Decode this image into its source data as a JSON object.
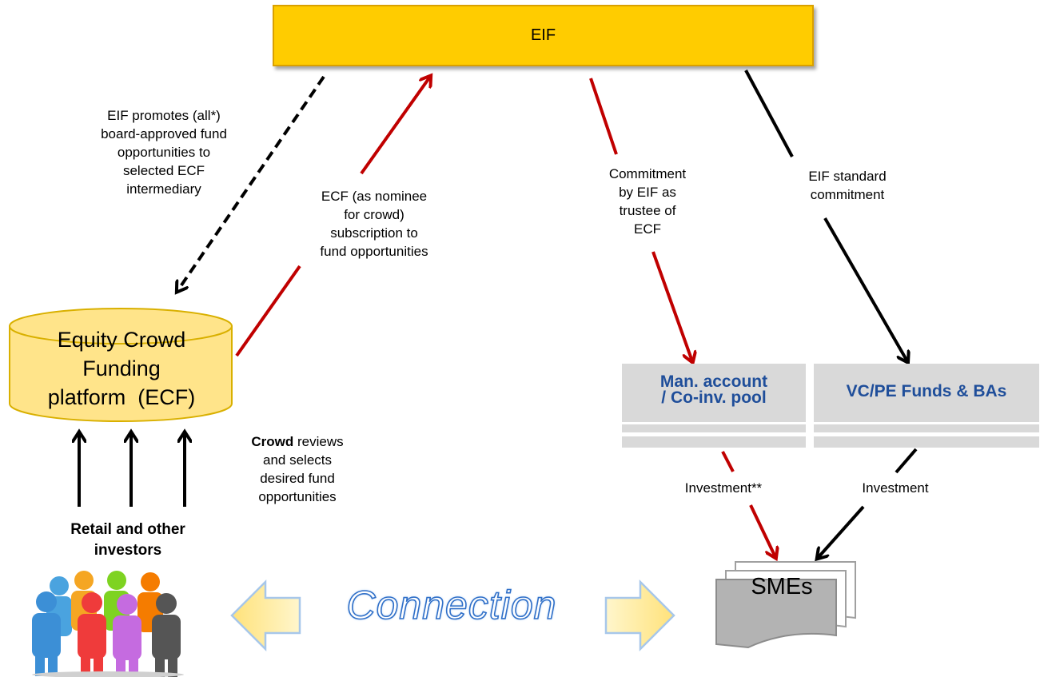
{
  "eif": {
    "label": "EIF"
  },
  "ecf_platform": {
    "lines": [
      "Equity Crowd",
      "Funding",
      "platform  (ECF)"
    ]
  },
  "labels": {
    "eif_promotes": [
      "EIF promotes (all*)",
      "board-approved fund",
      "opportunities to",
      "selected ECF",
      "intermediary"
    ],
    "ecf_subscription": [
      "ECF (as nominee",
      "for crowd)",
      "subscription to",
      "fund opportunities"
    ],
    "commitment_trustee": [
      "Commitment",
      "by EIF as",
      "trustee of",
      "ECF"
    ],
    "standard_commitment": [
      "EIF standard",
      "commitment"
    ],
    "crowd_reviews": {
      "bold": "Crowd",
      "rest": " reviews",
      "lines": [
        "and selects",
        "desired fund",
        "opportunities"
      ]
    },
    "retail_investors": [
      "Retail and other",
      "investors"
    ],
    "investment_managed": "Investment**",
    "investment_vc": "Investment",
    "connection": "Connection"
  },
  "boxes": {
    "managed_account": [
      "Man. account",
      "/ Co-inv. pool"
    ],
    "vc_pe_funds": [
      "VC/PE Funds & BAs"
    ],
    "smes": "SMEs"
  },
  "colors": {
    "eif_fill": "#ffcc00",
    "ecf_fill": "#ffe48a",
    "red_arrow": "#c00000",
    "black_arrow": "#000000",
    "fund_box": "#d9d9d9",
    "fund_text": "#1f4e9a",
    "connection_arrow": "#fdf2b8"
  },
  "icons": [
    "people-group-icon",
    "left-arrow-icon",
    "right-arrow-icon",
    "document-stack-icon"
  ]
}
